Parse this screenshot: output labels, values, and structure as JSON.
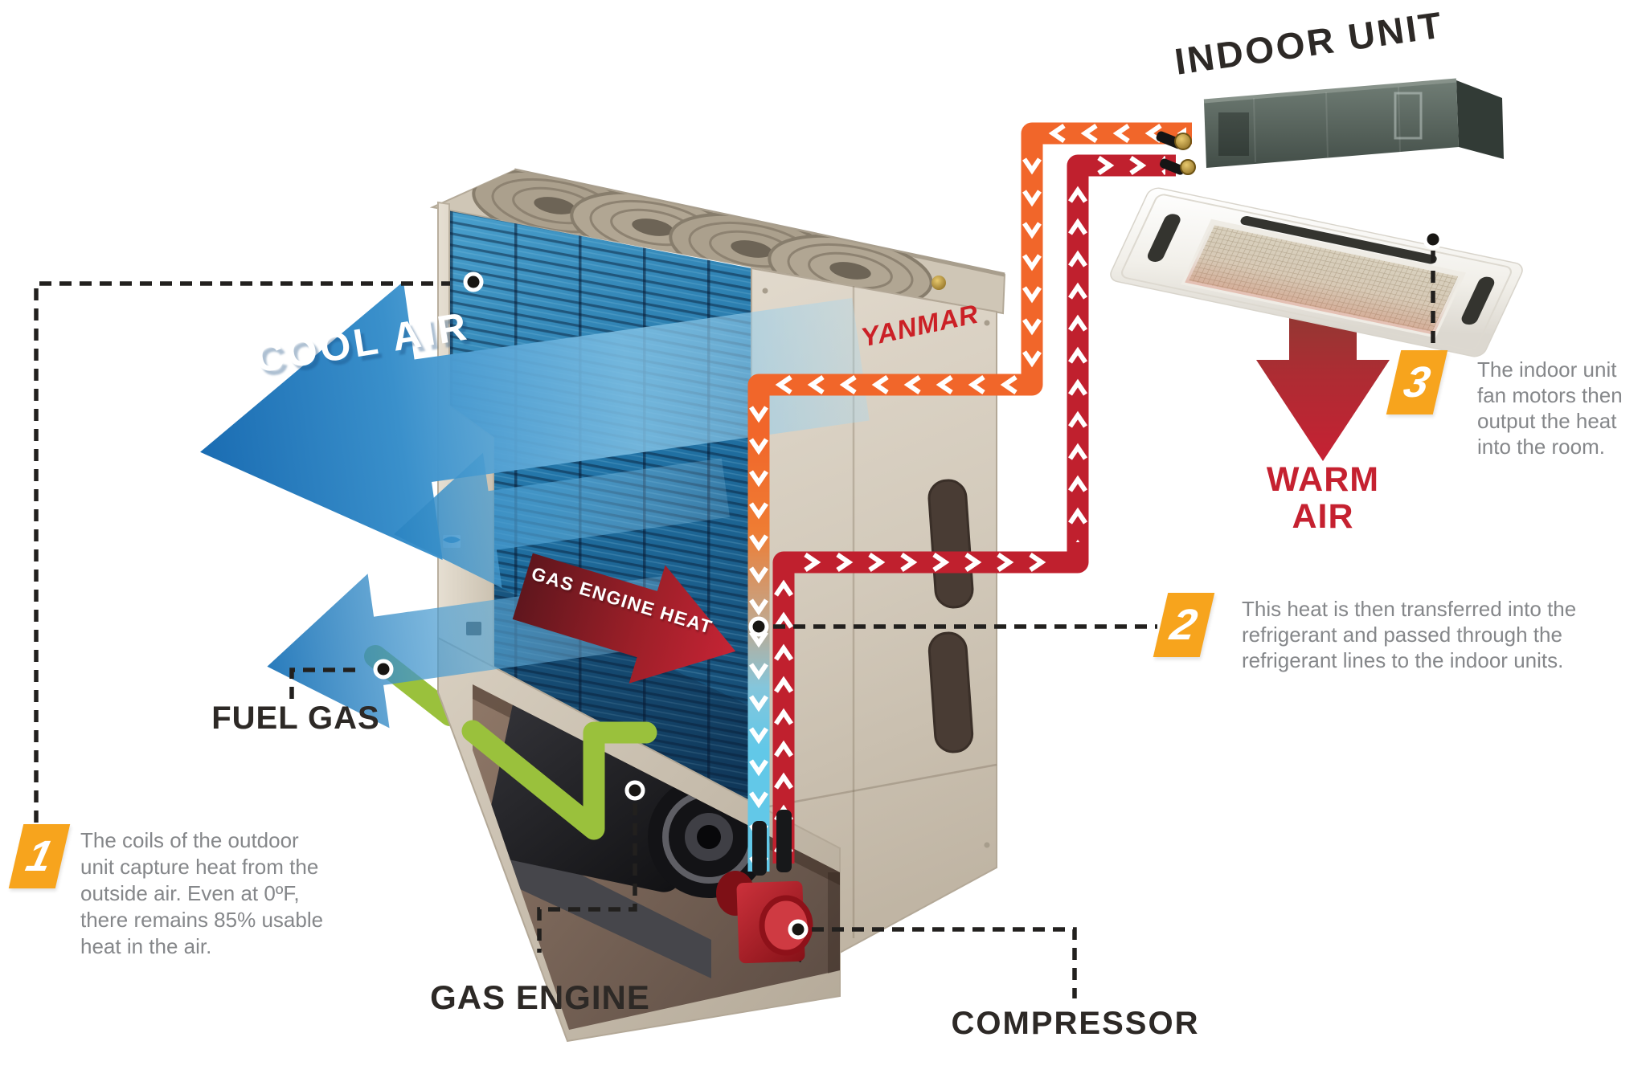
{
  "brand": {
    "logo": "YANMAR"
  },
  "component_labels": {
    "indoor_unit": "INDOOR UNIT",
    "fuel_gas": "FUEL GAS",
    "gas_engine": "GAS ENGINE",
    "compressor": "COMPRESSOR"
  },
  "flow_labels": {
    "cool_air": "COOL AIR",
    "gas_engine_heat": "GAS ENGINE HEAT",
    "warm_air_lines": [
      "WARM",
      "AIR"
    ]
  },
  "callouts": [
    {
      "number": "1",
      "lines": [
        "The coils of the outdoor",
        "unit capture heat from the",
        "outside air. Even at 0ºF,",
        "there remains 85% usable",
        "heat in the air."
      ]
    },
    {
      "number": "2",
      "lines": [
        "This heat is then transferred into the",
        "refrigerant and passed through the",
        "refrigerant lines to the indoor units."
      ]
    },
    {
      "number": "3",
      "lines": [
        "The indoor unit",
        "fan motors then",
        "output the heat",
        "into the room."
      ]
    }
  ],
  "colors": {
    "badge_orange": "#F7A41D",
    "pipe_supply_red": "#C0202E",
    "pipe_return_orange": "#F1662A",
    "pipe_cool_refrigerant": "#62C8E8",
    "fuel_gas_green": "#9AC13C",
    "cool_air_blue": "#1A6CB2",
    "warm_air_red": "#C52130",
    "label_dark": "#2D2926",
    "callout_text_gray": "#85878A",
    "cabinet_beige": "#D5CCBE",
    "coil_blue": "#1E6596",
    "logo_red": "#CB2026"
  }
}
